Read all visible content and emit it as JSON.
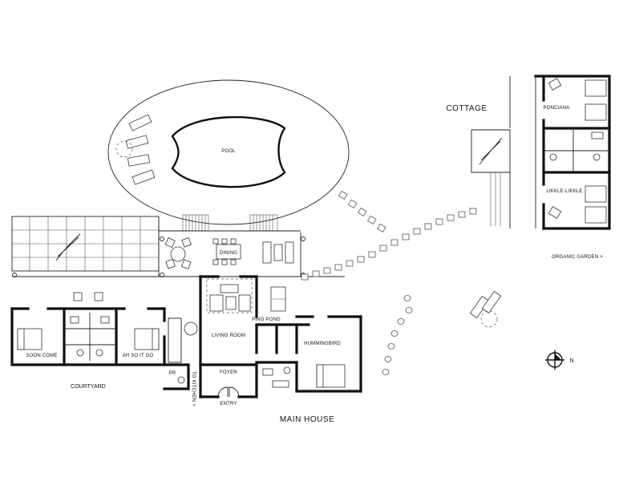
{
  "labels": {
    "pool": "POOL",
    "cottage": "COTTAGE",
    "ponciana": "PONCIANA",
    "likkle_likkle": "LIKKLE-LIKKLE",
    "organic_garden": "ORGANIC GARDEN >",
    "dining": "DINING",
    "living_room": "LIVING ROOM",
    "ping_pong": "PING PONG",
    "hummingbird": "HUMMINGBIRD",
    "soon_come": "SOON COME",
    "ah_so_it_go": "AH SO IT GO",
    "courtyard": "COURTYARD",
    "pr": "PR",
    "foyer": "FOYER",
    "entry": "ENTRY",
    "to_kitchen": "TO KITCHEN >",
    "main_house": "MAIN HOUSE",
    "compass_n": "N"
  },
  "colors": {
    "ink": "#111111",
    "background": "#ffffff"
  }
}
